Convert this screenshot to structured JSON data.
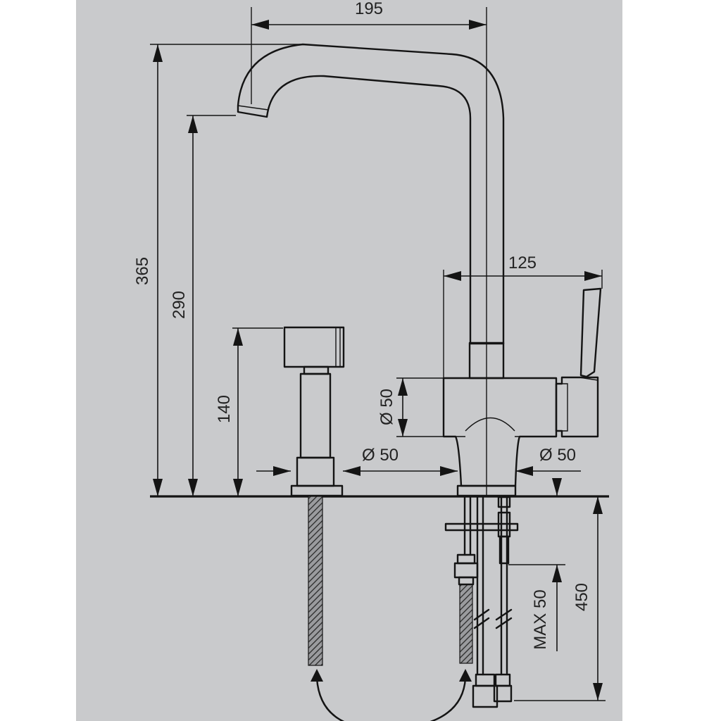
{
  "colors": {
    "background": "#c9cacc",
    "margin": "#ffffff",
    "line": "#141414",
    "text": "#222222"
  },
  "dimensions": {
    "spout_reach": "195",
    "total_height": "365",
    "spout_height": "290",
    "shower_height": "140",
    "lever_width": "125",
    "body_diameter": "Ø 50",
    "shower_hole_diameter": "Ø 50",
    "tap_hole_diameter": "Ø 50",
    "max_counter_thickness": "MAX 50",
    "hose_length": "450"
  }
}
